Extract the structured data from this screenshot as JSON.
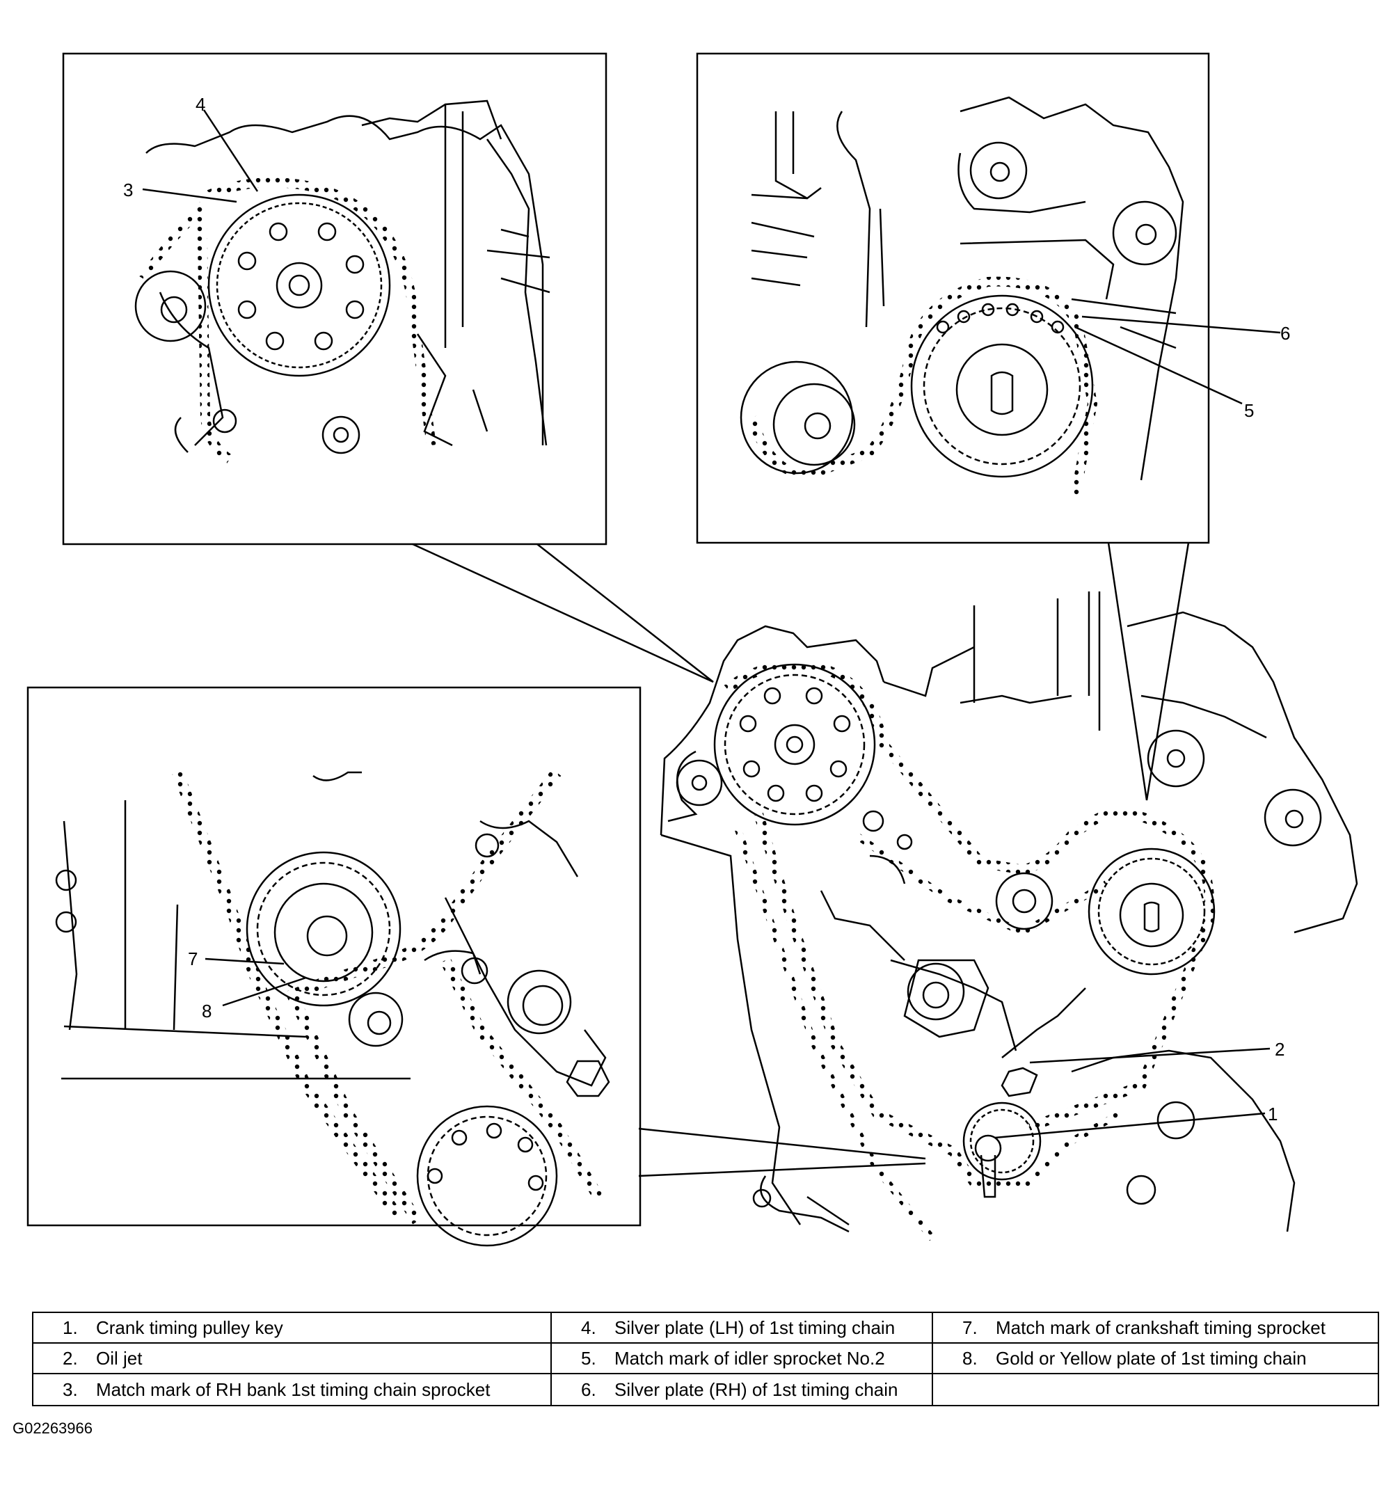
{
  "callouts": {
    "c1": "1",
    "c2": "2",
    "c3": "3",
    "c4": "4",
    "c5": "5",
    "c6": "6",
    "c7": "7",
    "c8": "8"
  },
  "legend": [
    {
      "num": "1.",
      "label": "Crank timing pulley key"
    },
    {
      "num": "4.",
      "label": "Silver plate (LH) of 1st timing chain"
    },
    {
      "num": "7.",
      "label": "Match mark of crankshaft timing sprocket"
    },
    {
      "num": "2.",
      "label": "Oil jet"
    },
    {
      "num": "5.",
      "label": "Match mark of idler sprocket No.2"
    },
    {
      "num": "8.",
      "label": "Gold or Yellow plate of 1st timing chain"
    },
    {
      "num": "3.",
      "label": "Match mark of RH bank 1st timing chain sprocket"
    },
    {
      "num": "6.",
      "label": "Silver plate (RH) of 1st timing chain"
    },
    {
      "num": "",
      "label": ""
    }
  ],
  "figure_id": "G02263966"
}
